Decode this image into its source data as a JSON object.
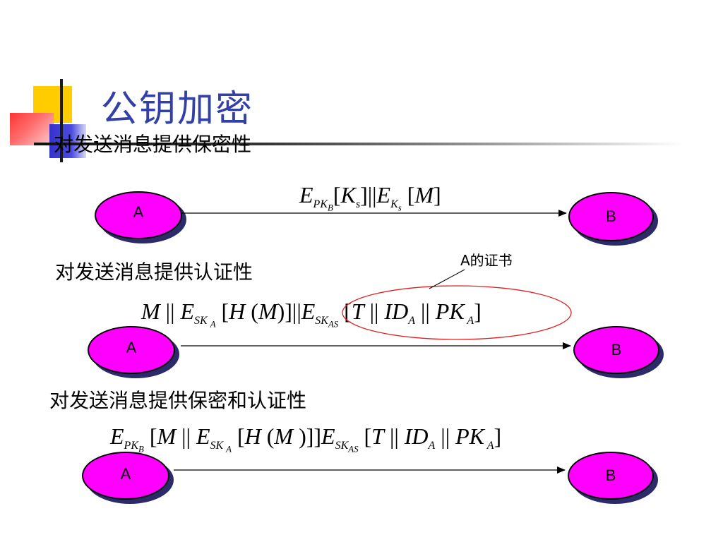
{
  "title": "公钥加密",
  "sections": [
    {
      "heading": "对发送消息提供保密性"
    },
    {
      "heading": "对发送消息提供认证性",
      "annotation": "A的证书"
    },
    {
      "heading": "对发送消息提供保密和认证性"
    }
  ],
  "nodes": {
    "a": "A",
    "b": "B"
  },
  "colors": {
    "title": "#3340a8",
    "node_fill": "#ff00ff",
    "highlight_ellipse": "#e02020"
  }
}
